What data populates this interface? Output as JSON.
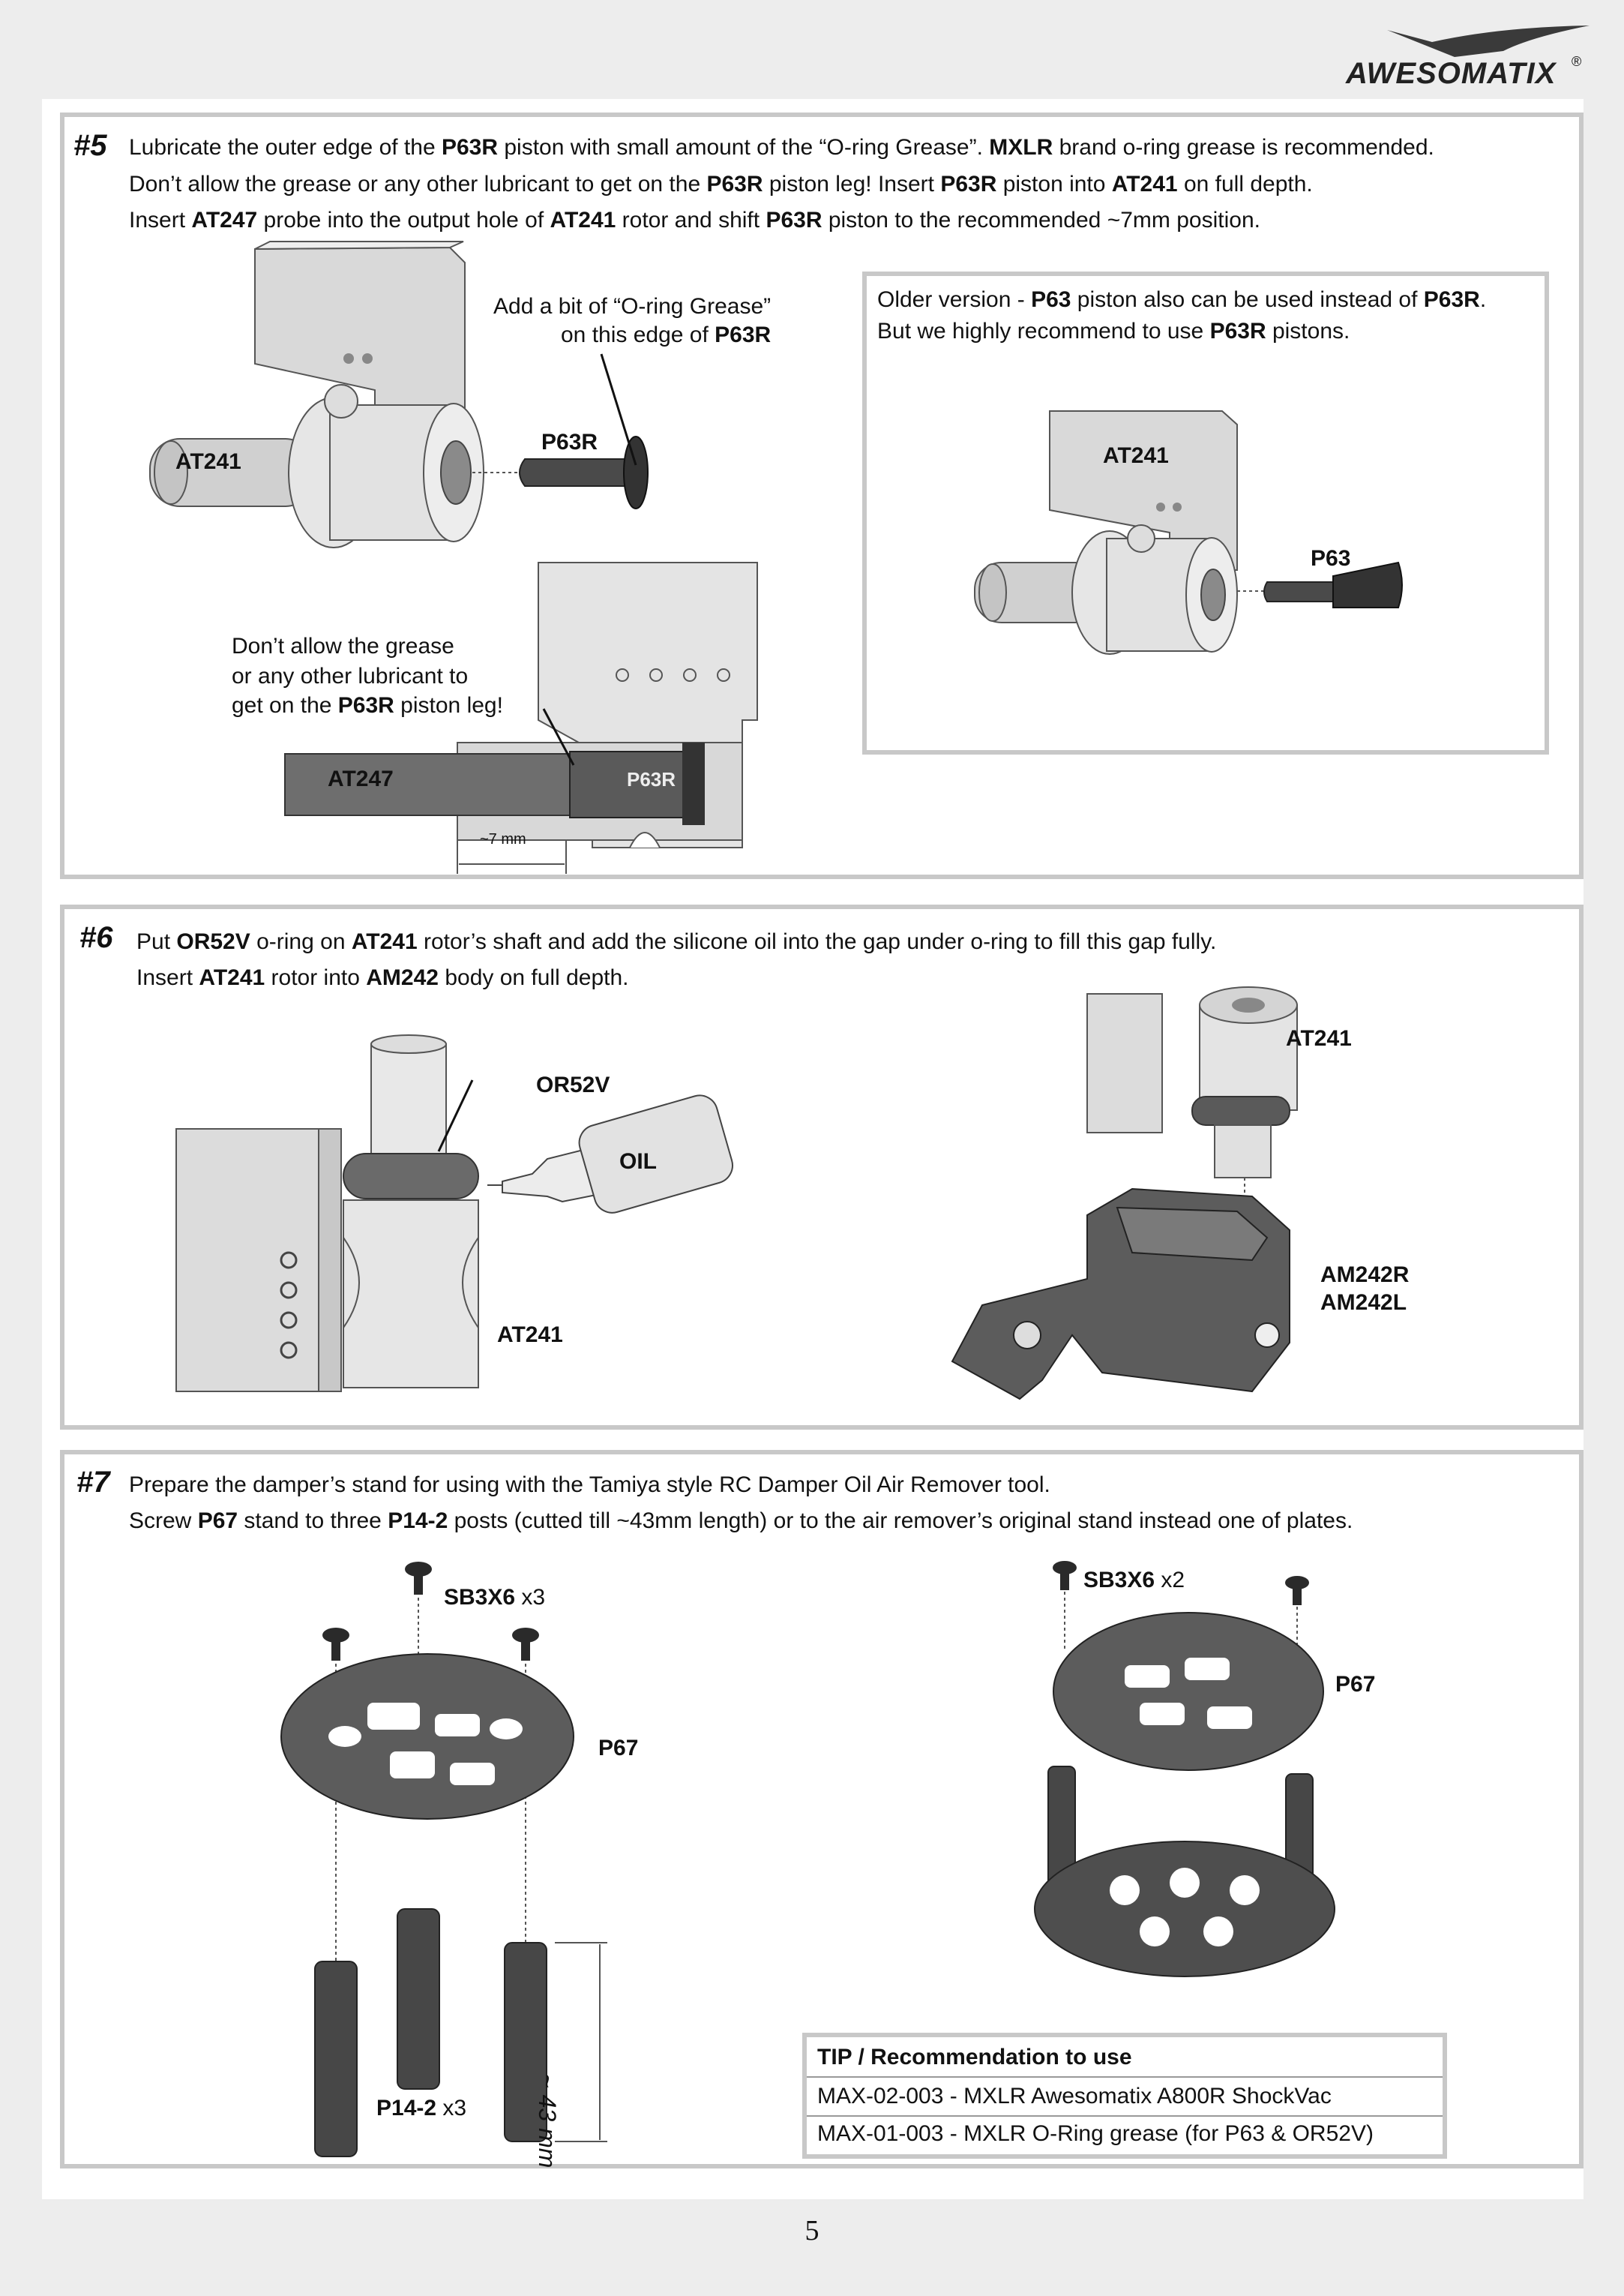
{
  "header": {
    "logo_text": "AWESOMATIX",
    "logo_reg": "®"
  },
  "step5": {
    "number": "#5",
    "line1": {
      "a": "Lubricate the outer edge of the ",
      "b": "P63R",
      "c": " piston with small amount of the “O-ring Grease”. ",
      "d": "MXLR",
      "e": " brand o-ring grease is recommended."
    },
    "line2": {
      "a": "Don’t allow the grease or any other lubricant to get on the ",
      "b": "P63R",
      "c": " piston leg!  Insert ",
      "d": "P63R",
      "e": " piston into ",
      "f": "AT241",
      "g": " on full depth."
    },
    "line3": {
      "a": "Insert ",
      "b": "AT247",
      "c": " probe into the output hole of ",
      "d": "AT241",
      "e": " rotor and shift ",
      "f": "P63R",
      "g": " piston to the recommended ~7mm position."
    },
    "grease_note": {
      "l1": "Add a bit of “O-ring Grease”",
      "l2a": "on this edge of ",
      "l2b": "P63R"
    },
    "label_at241": "AT241",
    "label_p63r": "P63R",
    "warning": {
      "l1": "Don’t allow the grease",
      "l2": "or any other lubricant to",
      "l3a": "get on the ",
      "l3b": "P63R",
      "l3c": " piston leg!"
    },
    "label_at247": "AT247",
    "label_p63r_section": "P63R",
    "dim_7mm": "~7 mm",
    "older": {
      "l1a": "Older version - ",
      "l1b": "P63",
      "l1c": " piston also can be used instead of ",
      "l1d": "P63R",
      "l1e": ".",
      "l2a": "But we highly recommend to use ",
      "l2b": "P63R",
      "l2c": " pistons.",
      "label_at241": "AT241",
      "label_p63": "P63"
    }
  },
  "step6": {
    "number": "#6",
    "line1": {
      "a": "Put ",
      "b": "OR52V",
      "c": " o-ring on ",
      "d": "AT241",
      "e": " rotor’s shaft and add the silicone oil into the gap under o-ring to fill this gap fully."
    },
    "line2": {
      "a": "Insert ",
      "b": "AT241",
      "c": " rotor into ",
      "d": "AM242",
      "e": " body on full depth."
    },
    "label_or52v": "OR52V",
    "label_oil": "OIL",
    "label_at241_left": "AT241",
    "label_at241_right": "AT241",
    "label_am242r": "AM242R",
    "label_am242l": "AM242L"
  },
  "step7": {
    "number": "#7",
    "line1": "Prepare the damper’s stand for using with the Tamiya style RC Damper Oil Air Remover tool.",
    "line2": {
      "a": "Screw ",
      "b": "P67",
      "c": " stand to three ",
      "d": "P14-2",
      "e": " posts (cutted till ~43mm length) or to the air remover’s original stand instead one of plates."
    },
    "left": {
      "screw": "SB3X6",
      "screw_qty": "x3",
      "plate": "P67",
      "post": "P14-2",
      "post_qty": "x3",
      "dim": "~ 43 mm"
    },
    "right": {
      "screw": "SB3X6",
      "screw_qty": "x2",
      "plate": "P67"
    },
    "tip": {
      "title": "TIP / Recommendation to use",
      "row1": "MAX-02-003  -  MXLR Awesomatix A800R ShockVac",
      "row2": "MAX-01-003  -  MXLR O-Ring grease (for P63 & OR52V)"
    }
  },
  "footer": {
    "page_number": "5"
  }
}
